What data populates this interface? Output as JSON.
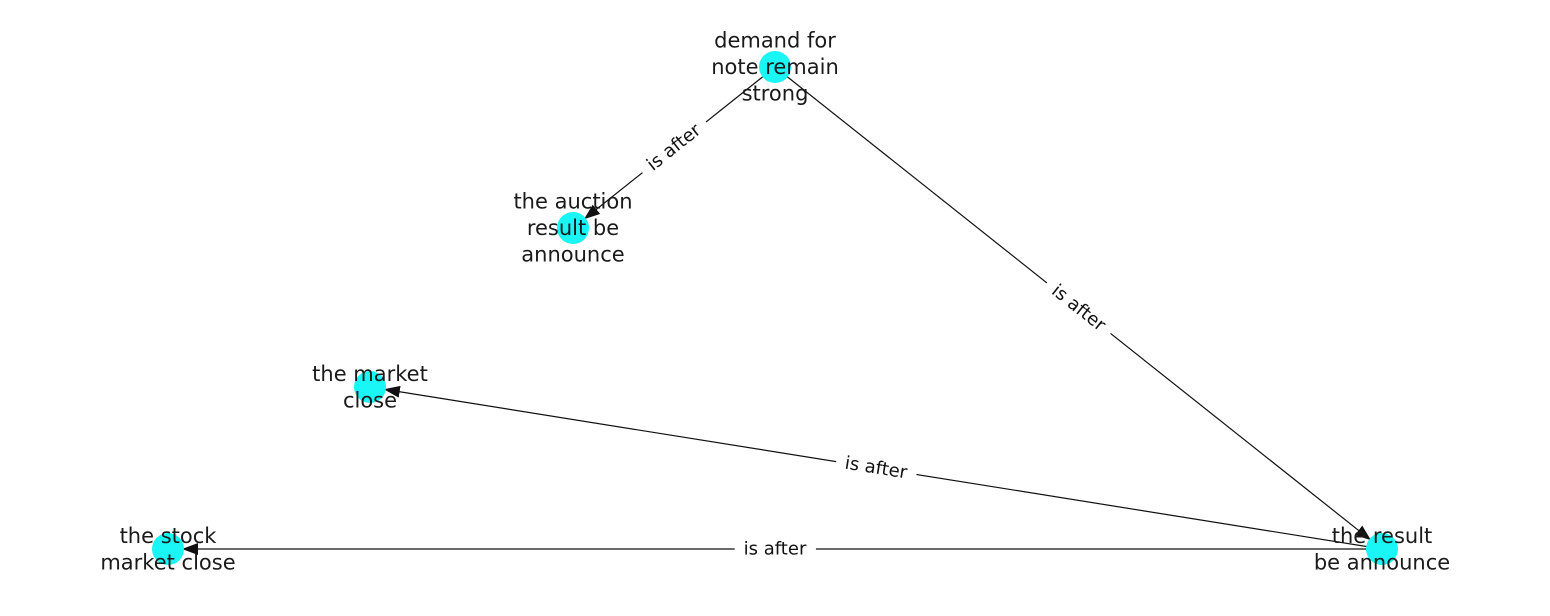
{
  "colors": {
    "node_fill": "#1af5f5",
    "edge_stroke": "#111111",
    "label_text": "#1a1a1a",
    "background": "#ffffff"
  },
  "nodes": [
    {
      "id": "n1",
      "lines": [
        "demand for",
        "note remain",
        "strong"
      ]
    },
    {
      "id": "n2",
      "lines": [
        "the auction",
        "result be",
        "announce"
      ]
    },
    {
      "id": "n3",
      "lines": [
        "the market",
        "close"
      ]
    },
    {
      "id": "n4",
      "lines": [
        "the stock",
        "market close"
      ]
    },
    {
      "id": "n5",
      "lines": [
        "the result",
        "be announce"
      ]
    }
  ],
  "edges": [
    {
      "id": "e1",
      "source": "n1",
      "target": "n2",
      "label": "is after"
    },
    {
      "id": "e2",
      "source": "n1",
      "target": "n5",
      "label": "is after"
    },
    {
      "id": "e3",
      "source": "n5",
      "target": "n3",
      "label": "is after"
    },
    {
      "id": "e4",
      "source": "n5",
      "target": "n4",
      "label": "is after"
    }
  ]
}
